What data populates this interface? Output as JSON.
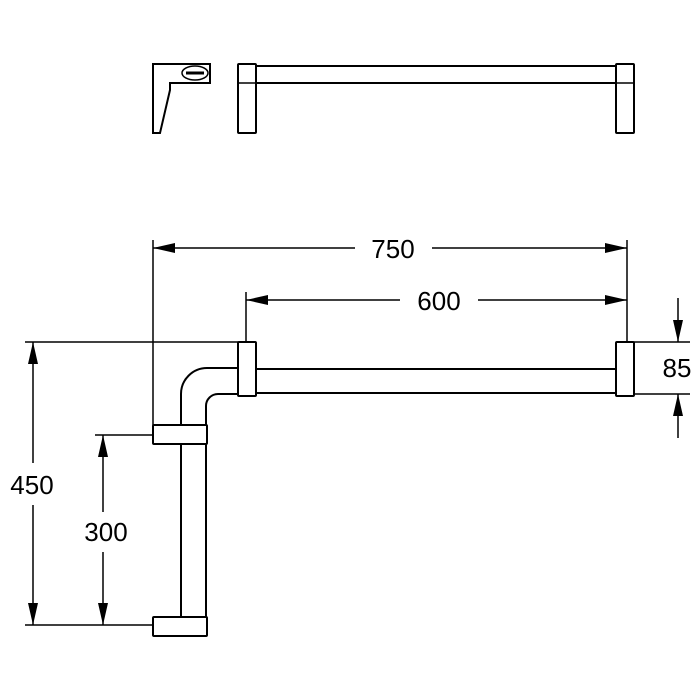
{
  "drawing": {
    "line_color": "#000000",
    "background": "#ffffff",
    "dimensions": {
      "total_width": "750",
      "bar_length": "600",
      "bracket_depth": "85",
      "total_height": "450",
      "vertical_bar_length": "300"
    }
  }
}
